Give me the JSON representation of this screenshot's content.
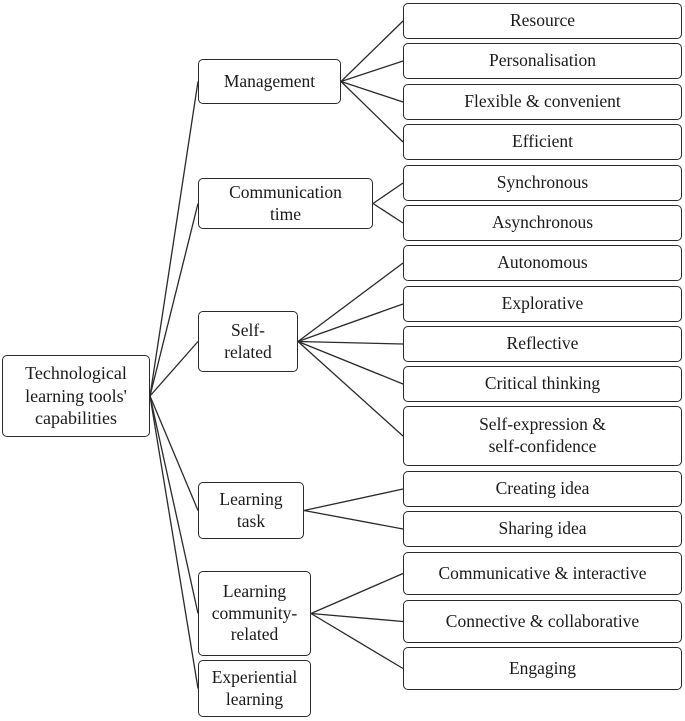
{
  "diagram": {
    "root": "Technological\nlearning tools'\ncapabilities",
    "categories": [
      {
        "label": "Management",
        "children": [
          "Resource",
          "Personalisation",
          "Flexible & convenient",
          "Efficient"
        ]
      },
      {
        "label": "Communication\ntime",
        "children": [
          "Synchronous",
          "Asynchronous"
        ]
      },
      {
        "label": "Self-\nrelated",
        "children": [
          "Autonomous",
          "Explorative",
          "Reflective",
          "Critical thinking",
          "Self-expression &\nself-confidence"
        ]
      },
      {
        "label": "Learning\ntask",
        "children": [
          "Creating idea",
          "Sharing idea"
        ]
      },
      {
        "label": "Learning\ncommunity-\nrelated",
        "children": [
          "Communicative & interactive",
          "Connective & collaborative",
          "Engaging"
        ]
      },
      {
        "label": "Experiential\nlearning",
        "children": []
      }
    ]
  }
}
